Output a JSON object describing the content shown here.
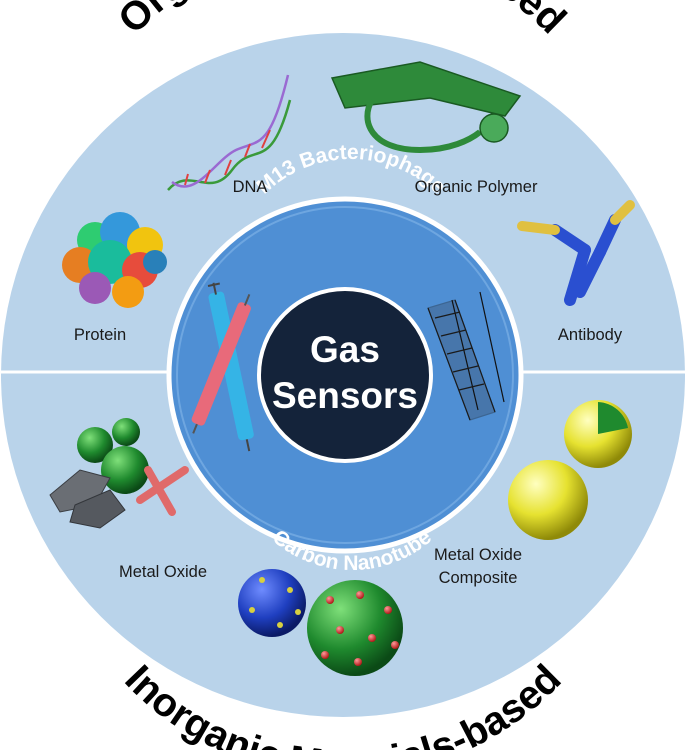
{
  "diagram": {
    "top_title": "Organic Materials-based",
    "bottom_title": "Inorganic Materials-based",
    "inner_ring": {
      "top": "M13 Bacteriophage",
      "bottom": "Carbon Nanotube"
    },
    "center": {
      "line1": "Gas",
      "line2": "Sensors"
    },
    "organic_items": {
      "dna": "DNA",
      "polymer": "Organic Polymer",
      "protein": "Protein",
      "antibody": "Antibody"
    },
    "inorganic_items": {
      "metal_oxide": "Metal Oxide",
      "composite_line1": "Metal Oxide",
      "composite_line2": "Composite"
    },
    "colors": {
      "outer_disk": "#b9d3ea",
      "inner_ring": "#4f8fd4",
      "center": "#14233a",
      "divider": "#ffffff"
    }
  }
}
